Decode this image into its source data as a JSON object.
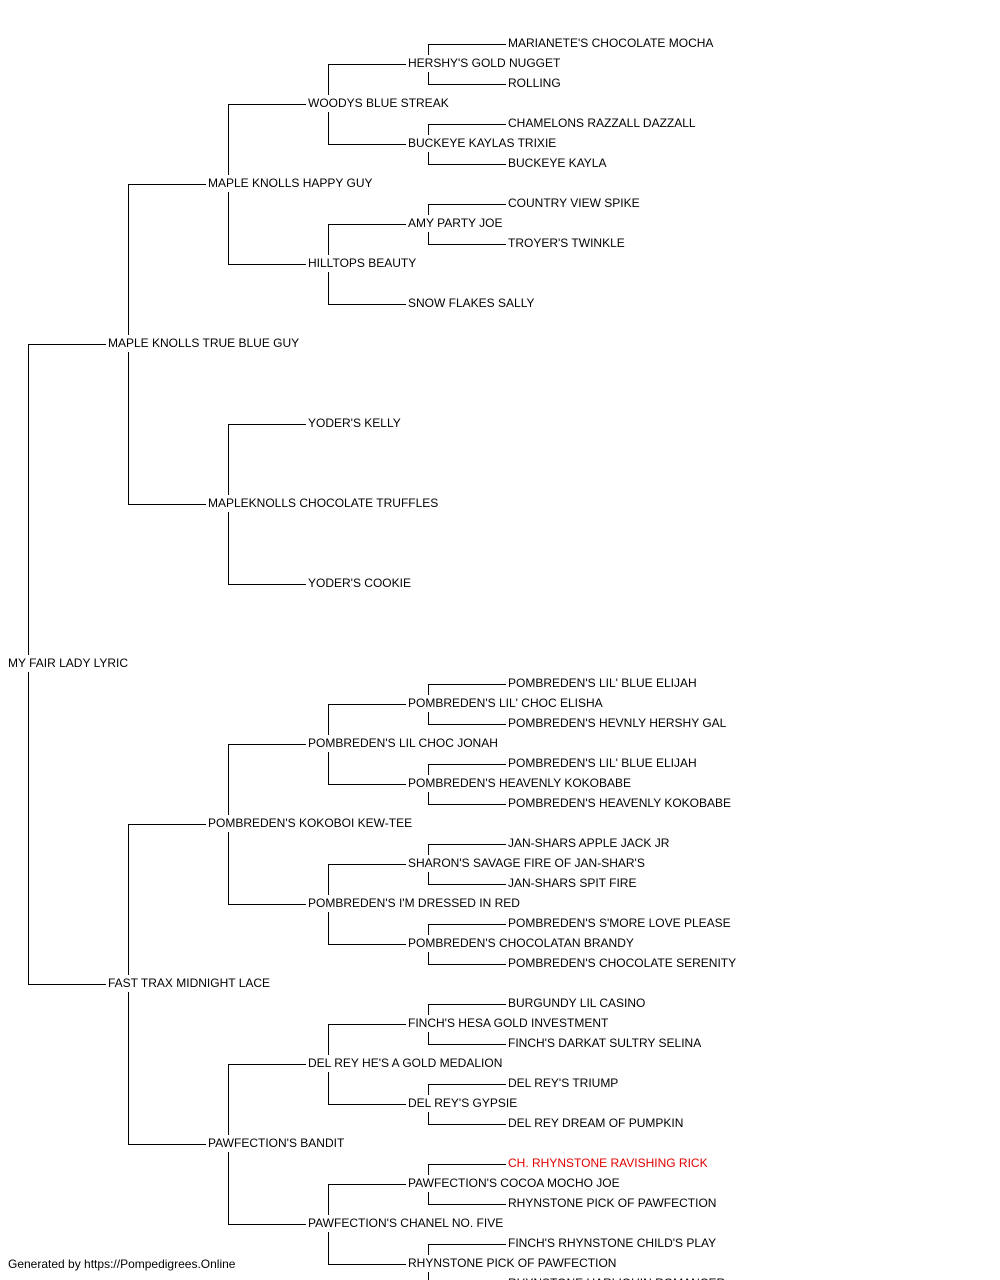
{
  "pedigree": {
    "subject": "MY FAIR LADY LYRIC",
    "sire": {
      "name": "MAPLE KNOLLS TRUE BLUE GUY",
      "sire": {
        "name": "MAPLE KNOLLS HAPPY GUY",
        "sire": {
          "name": "WOODYS BLUE STREAK",
          "sire": {
            "name": "HERSHY'S GOLD NUGGET",
            "sire": "MARIANETE'S CHOCOLATE MOCHA",
            "dam": "ROLLING"
          },
          "dam": {
            "name": "BUCKEYE KAYLAS TRIXIE",
            "sire": "CHAMELONS RAZZALL DAZZALL",
            "dam": "BUCKEYE KAYLA"
          }
        },
        "dam": {
          "name": "HILLTOPS BEAUTY",
          "sire": {
            "name": "AMY PARTY JOE",
            "sire": "COUNTRY VIEW SPIKE",
            "dam": "TROYER'S TWINKLE"
          },
          "dam": {
            "name": "SNOW FLAKES SALLY"
          }
        }
      },
      "dam": {
        "name": "MAPLEKNOLLS CHOCOLATE TRUFFLES",
        "sire": {
          "name": "YODER'S KELLY"
        },
        "dam": {
          "name": "YODER'S COOKIE"
        }
      }
    },
    "dam": {
      "name": "FAST TRAX MIDNIGHT LACE",
      "sire": {
        "name": "POMBREDEN'S KOKOBOI KEW-TEE",
        "sire": {
          "name": "POMBREDEN'S LIL CHOC JONAH",
          "sire": {
            "name": "POMBREDEN'S LIL' CHOC ELISHA",
            "sire": "POMBREDEN'S LIL' BLUE ELIJAH",
            "dam": "POMBREDEN'S HEVNLY HERSHY GAL"
          },
          "dam": {
            "name": "POMBREDEN'S HEAVENLY KOKOBABE",
            "sire": "POMBREDEN'S LIL' BLUE ELIJAH",
            "dam": "POMBREDEN'S HEAVENLY KOKOBABE"
          }
        },
        "dam": {
          "name": "POMBREDEN'S I'M DRESSED IN RED",
          "sire": {
            "name": "SHARON'S SAVAGE FIRE OF JAN-SHAR'S",
            "sire": "JAN-SHARS APPLE JACK JR",
            "dam": "JAN-SHARS SPIT FIRE"
          },
          "dam": {
            "name": "POMBREDEN'S CHOCOLATAN BRANDY",
            "sire": "POMBREDEN'S S'MORE LOVE PLEASE",
            "dam": "POMBREDEN'S CHOCOLATE SERENITY"
          }
        }
      },
      "dam": {
        "name": "PAWFECTION'S BANDIT",
        "sire": {
          "name": "DEL REY HE'S A GOLD MEDALION",
          "sire": {
            "name": "FINCH'S HESA GOLD INVESTMENT",
            "sire": "BURGUNDY LIL CASINO",
            "dam": "FINCH'S DARKAT SULTRY SELINA"
          },
          "dam": {
            "name": "DEL REY'S GYPSIE",
            "sire": "DEL REY'S TRIUMP",
            "dam": "DEL REY DREAM OF PUMPKIN"
          }
        },
        "dam": {
          "name": "PAWFECTION'S CHANEL NO. FIVE",
          "sire": {
            "name": "PAWFECTION'S COCOA MOCHO JOE",
            "sire": "CH. RHYNSTONE RAVISHING RICK",
            "dam": "RHYNSTONE PICK OF PAWFECTION"
          },
          "dam": {
            "name": "RHYNSTONE PICK OF PAWFECTION",
            "sire": "FINCH'S RHYNSTONE CHILD'S PLAY",
            "dam": "RHYNSTONE HARLIQUIN ROMANCER"
          }
        }
      }
    }
  },
  "highlighted_names": [
    "CH. RHYNSTONE RAVISHING RICK"
  ],
  "colors": {
    "line": "#000000",
    "text": "#000000",
    "highlight": "#e00000",
    "background": "#ffffff"
  },
  "footer": "Generated by https://Pompedigrees.Online"
}
